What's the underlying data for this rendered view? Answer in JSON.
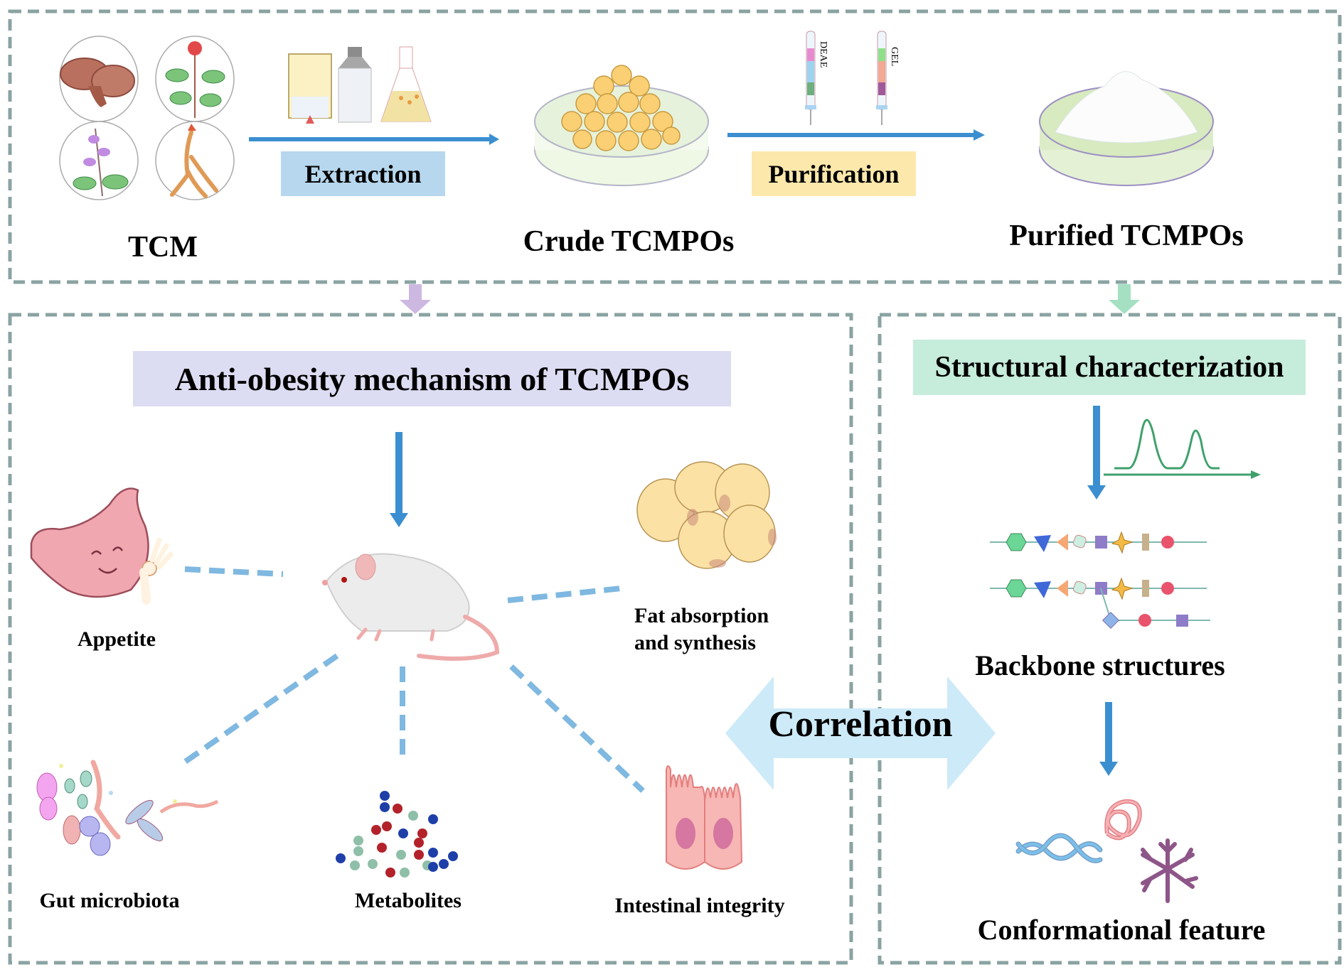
{
  "top_panel": {
    "source_label": "TCM",
    "crude_label": "Crude TCMPOs",
    "purified_label": "Purified TCMPOs",
    "steps": [
      {
        "label": "Extraction",
        "color": "#b7d7ee"
      },
      {
        "label": "Purification",
        "color": "#fde8ac"
      }
    ],
    "columns": [
      "DEAE",
      "GEL"
    ]
  },
  "mechanism_panel": {
    "title": "Anti-obesity mechanism of TCMPOs",
    "title_color": "#dcdcf2",
    "factors": [
      {
        "label": "Appetite"
      },
      {
        "label_line1": "Fat absorption",
        "label_line2": "and synthesis"
      },
      {
        "label": "Gut microbiota"
      },
      {
        "label": "Metabolites"
      },
      {
        "label": "Intestinal integrity"
      }
    ]
  },
  "structure_panel": {
    "title": "Structural characterization",
    "title_color": "#c6ecdb",
    "backbone_label": "Backbone structures",
    "conformation_label": "Conformational feature"
  },
  "correlation": {
    "label": "Correlation",
    "color": "#cdeaf8"
  },
  "colors": {
    "border_dash": "#8aa3a2",
    "flow_arrow": "#3b8fd0",
    "link_dash": "#7fb8e0",
    "purple_arrow": "#cdb8e2",
    "green_arrow": "#a5e0c3"
  }
}
